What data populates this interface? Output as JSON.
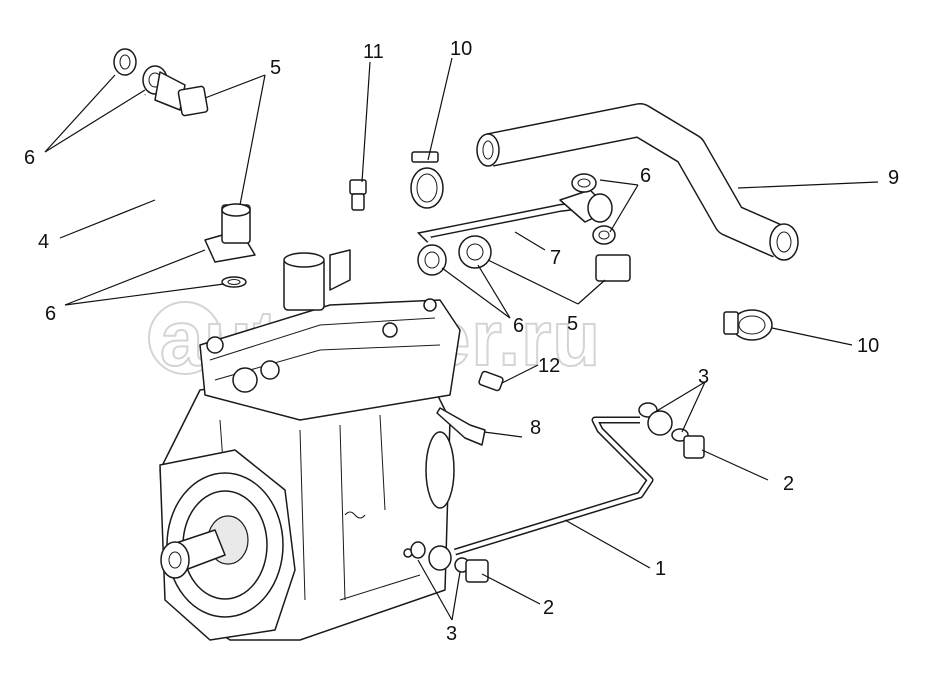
{
  "watermark": "autopiter.ru",
  "labels": {
    "l1": "1",
    "l2a": "2",
    "l2b": "2",
    "l3a": "3",
    "l3b": "3",
    "l4": "4",
    "l5a": "5",
    "l5b": "5",
    "l6a": "6",
    "l6b": "6",
    "l6c": "6",
    "l6d": "6",
    "l7": "7",
    "l8": "8",
    "l9": "9",
    "l10a": "10",
    "l10b": "10",
    "l11": "11",
    "l12": "12"
  }
}
